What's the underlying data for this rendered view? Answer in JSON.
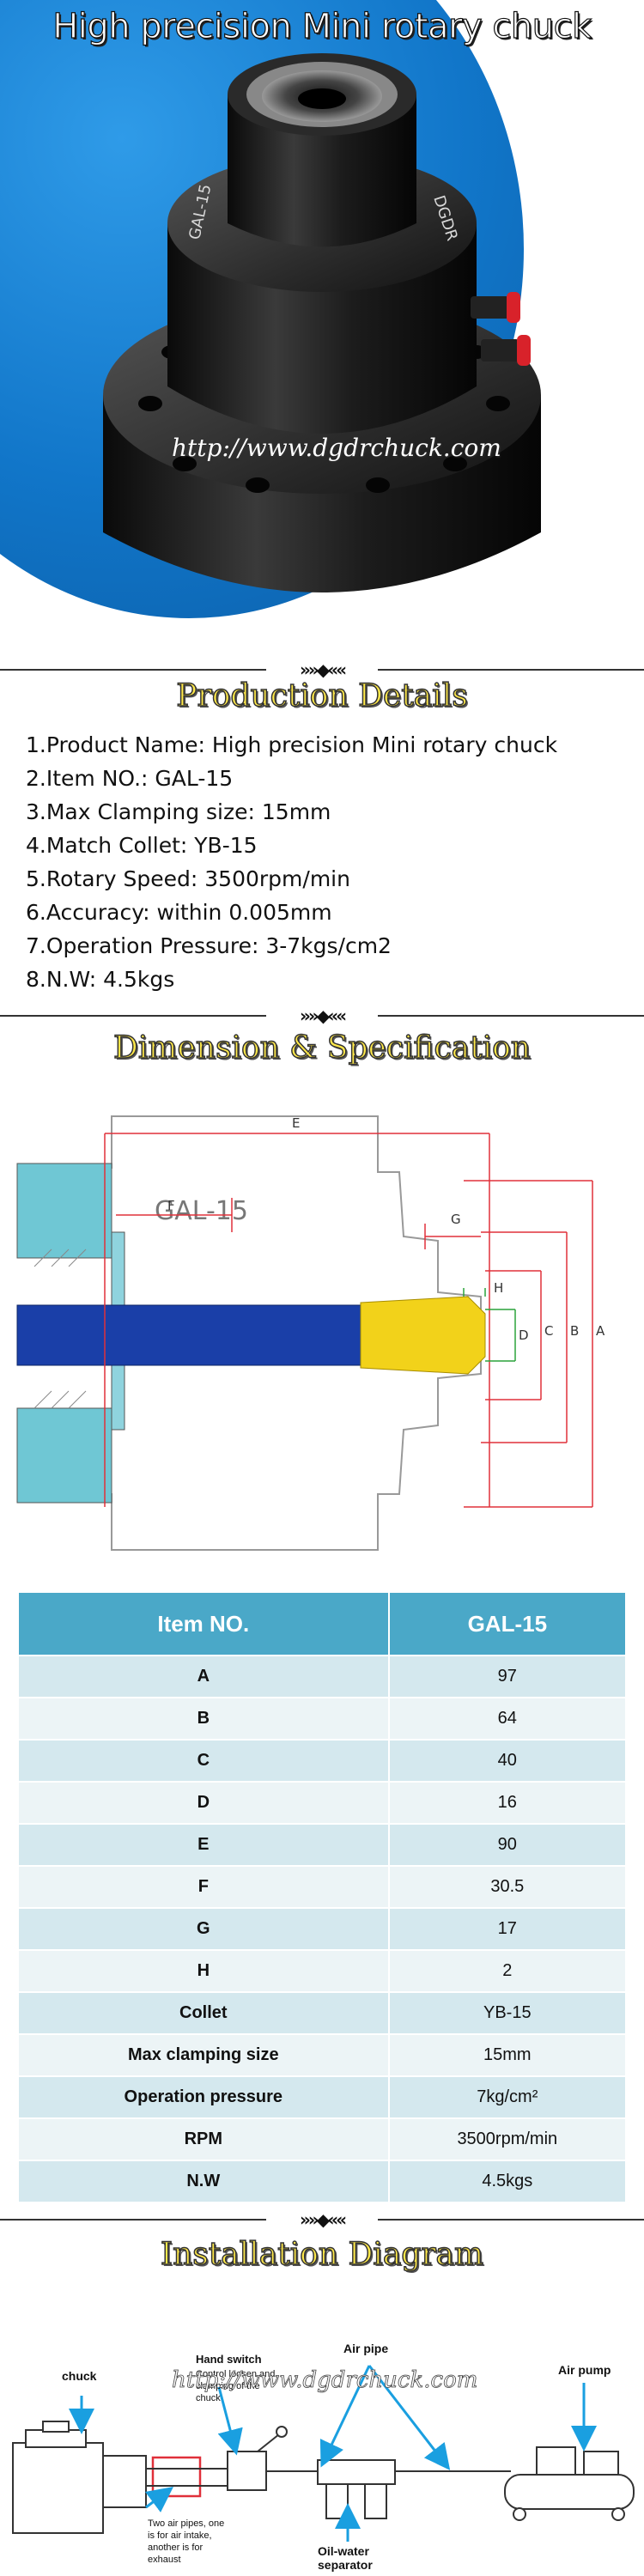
{
  "hero": {
    "title": "High precision Mini rotary chuck",
    "watermark": "http://www.dgdrchuck.com",
    "chuck_engraving_left": "GAL-15",
    "chuck_engraving_right": "DGDR"
  },
  "details_section": {
    "heading": "Production Details",
    "rows": [
      "1.Product Name: High precision Mini rotary chuck",
      "2.Item NO.: GAL-15",
      "3.Max Clamping size: 15mm",
      "4.Match Collet: YB-15",
      "5.Rotary Speed: 3500rpm/min",
      "6.Accuracy: within 0.005mm",
      "7.Operation Pressure: 3-7kgs/cm2",
      "8.N.W: 4.5kgs"
    ]
  },
  "dimension_section": {
    "heading": "Dimension & Specification",
    "drawing_model": "GAL-15",
    "labels": {
      "A": "A",
      "B": "B",
      "C": "C",
      "D": "D",
      "E": "E",
      "F": "F",
      "G": "G",
      "H": "H"
    }
  },
  "spec_table": {
    "header": [
      "Item NO.",
      "GAL-15"
    ],
    "rows": [
      [
        "A",
        "97"
      ],
      [
        "B",
        "64"
      ],
      [
        "C",
        "40"
      ],
      [
        "D",
        "16"
      ],
      [
        "E",
        "90"
      ],
      [
        "F",
        "30.5"
      ],
      [
        "G",
        "17"
      ],
      [
        "H",
        "2"
      ],
      [
        "Collet",
        "YB-15"
      ],
      [
        "Max clamping size",
        "15mm"
      ],
      [
        "Operation pressure",
        "7kg/cm²"
      ],
      [
        "RPM",
        "3500rpm/min"
      ],
      [
        "N.W",
        "4.5kgs"
      ]
    ]
  },
  "install_section": {
    "heading": "Installation Diagram",
    "watermark": "http://www.dgdrchuck.com",
    "chuck_label": "chuck",
    "hand_switch_title": "Hand switch",
    "hand_switch_desc1": "Control loosen and",
    "hand_switch_desc2": "clamping of the",
    "hand_switch_desc3": "chuck",
    "air_pipe_label": "Air pipe",
    "air_pump_label": "Air pump",
    "two_pipes_1": "Two air pipes, one",
    "two_pipes_2": "is for air intake,",
    "two_pipes_3": "another is for",
    "two_pipes_4": "exhaust",
    "separator_1": "Oil-water",
    "separator_2": "separator"
  },
  "colors": {
    "hero_blue": "#1176c9",
    "heading_yellow": "#ffe94a",
    "table_header": "#4aa8c8",
    "table_row_dark": "#d4e8ee",
    "table_row_light": "#ecf4f6",
    "dimension_red": "#e0303a",
    "collet_yellow": "#f2d21a",
    "spindle_blue": "#1a3fa8",
    "body_cyan": "#6fc7d4",
    "arrow_blue": "#1a9fe0"
  }
}
